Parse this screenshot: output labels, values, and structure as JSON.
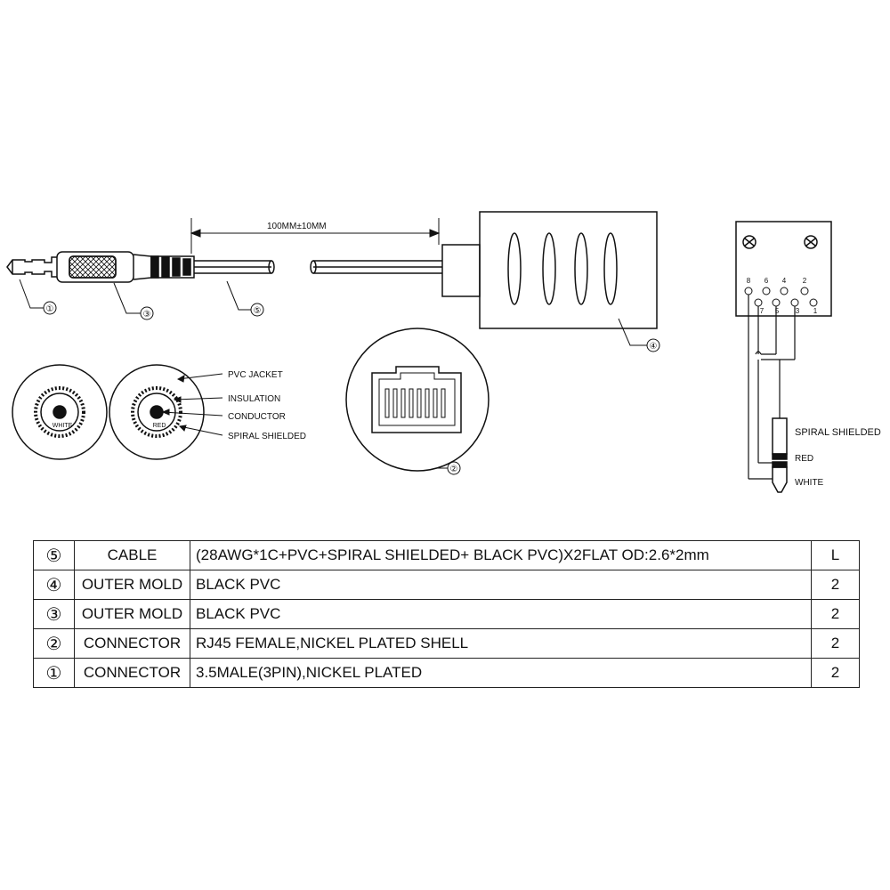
{
  "dimension": {
    "text": "100MM±10MM"
  },
  "callouts": [
    "①",
    "②",
    "③",
    "④",
    "⑤"
  ],
  "cross_section": {
    "labels": [
      "PVC JACKET",
      "INSULATION",
      "CONDUCTOR",
      "SPIRAL SHIELDED"
    ],
    "wire_left": "WHITE",
    "wire_right": "RED"
  },
  "pinout": {
    "top_pins": [
      "8",
      "6",
      "4",
      "2"
    ],
    "bottom_pins": [
      "7",
      "5",
      "3",
      "1"
    ],
    "labels": [
      "SPIRAL SHIELDED",
      "RED",
      "WHITE"
    ]
  },
  "bom": {
    "rows": [
      {
        "no": "⑤",
        "name": "CABLE",
        "desc": "(28AWG*1C+PVC+SPIRAL SHIELDED+ BLACK PVC)X2FLAT OD:2.6*2mm",
        "qty": "L"
      },
      {
        "no": "④",
        "name": "OUTER MOLD",
        "desc": "BLACK PVC",
        "qty": "2"
      },
      {
        "no": "③",
        "name": "OUTER MOLD",
        "desc": "BLACK PVC",
        "qty": "2"
      },
      {
        "no": "②",
        "name": "CONNECTOR",
        "desc": "RJ45 FEMALE,NICKEL PLATED SHELL",
        "qty": "2"
      },
      {
        "no": "①",
        "name": "CONNECTOR",
        "desc": "3.5MALE(3PIN),NICKEL PLATED",
        "qty": "2"
      }
    ]
  },
  "colors": {
    "line": "#111111",
    "background": "#ffffff"
  }
}
